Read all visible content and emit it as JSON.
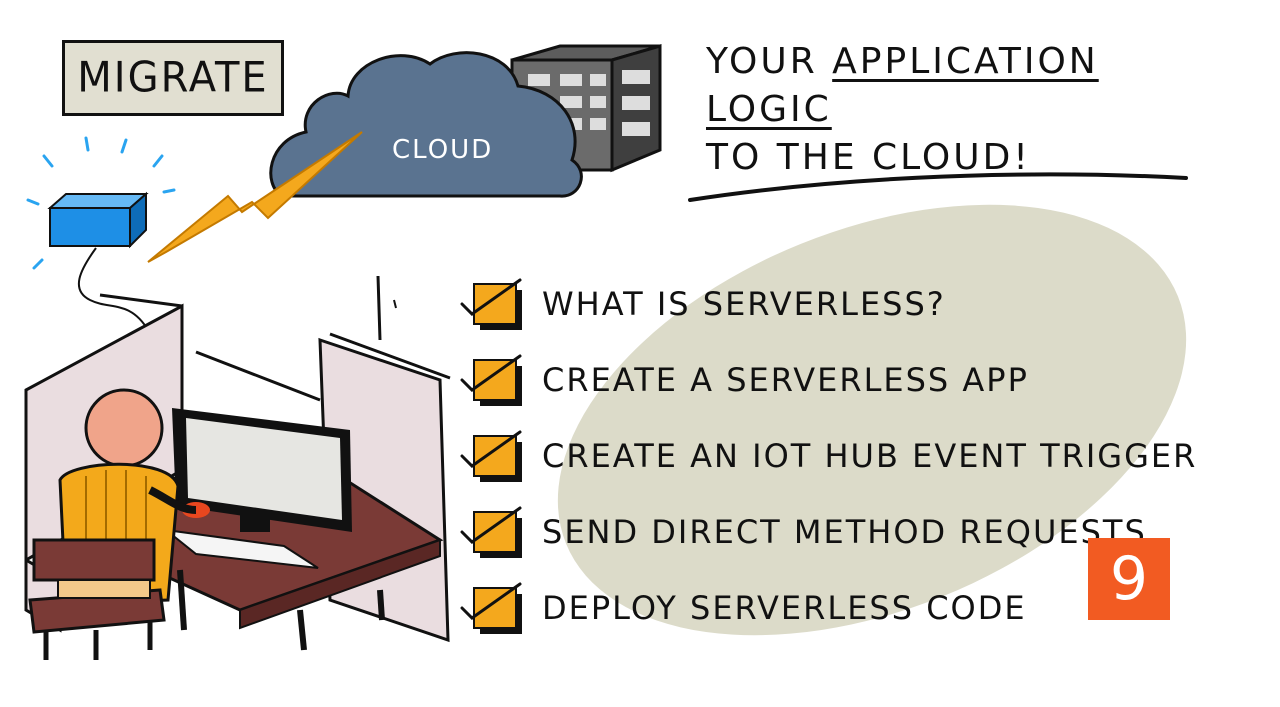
{
  "title_tag": "MIGRATE",
  "headline": {
    "prefix": "YOUR ",
    "underlined": "APPLICATION LOGIC",
    "line2": "TO THE CLOUD!"
  },
  "cloud_label": "CLOUD",
  "checklist": [
    {
      "label": "WHAT IS SERVERLESS?",
      "checked": true
    },
    {
      "label": "CREATE A SERVERLESS APP",
      "checked": true
    },
    {
      "label": "CREATE AN IOT HUB EVENT TRIGGER",
      "checked": true
    },
    {
      "label": "SEND DIRECT METHOD REQUESTS",
      "checked": true
    },
    {
      "label": "DEPLOY SERVERLESS CODE",
      "checked": true
    }
  ],
  "lesson_number": "9",
  "colors": {
    "title_box": "#e1dfd1",
    "oval": "#dcdbc9",
    "cloud": "#5a7390",
    "checkbox": "#f4a81d",
    "badge": "#f25b22",
    "device": "#1e8fe6",
    "desk": "#7a3a36",
    "cubicle": "#eadde0",
    "shirt": "#f3a91b"
  }
}
